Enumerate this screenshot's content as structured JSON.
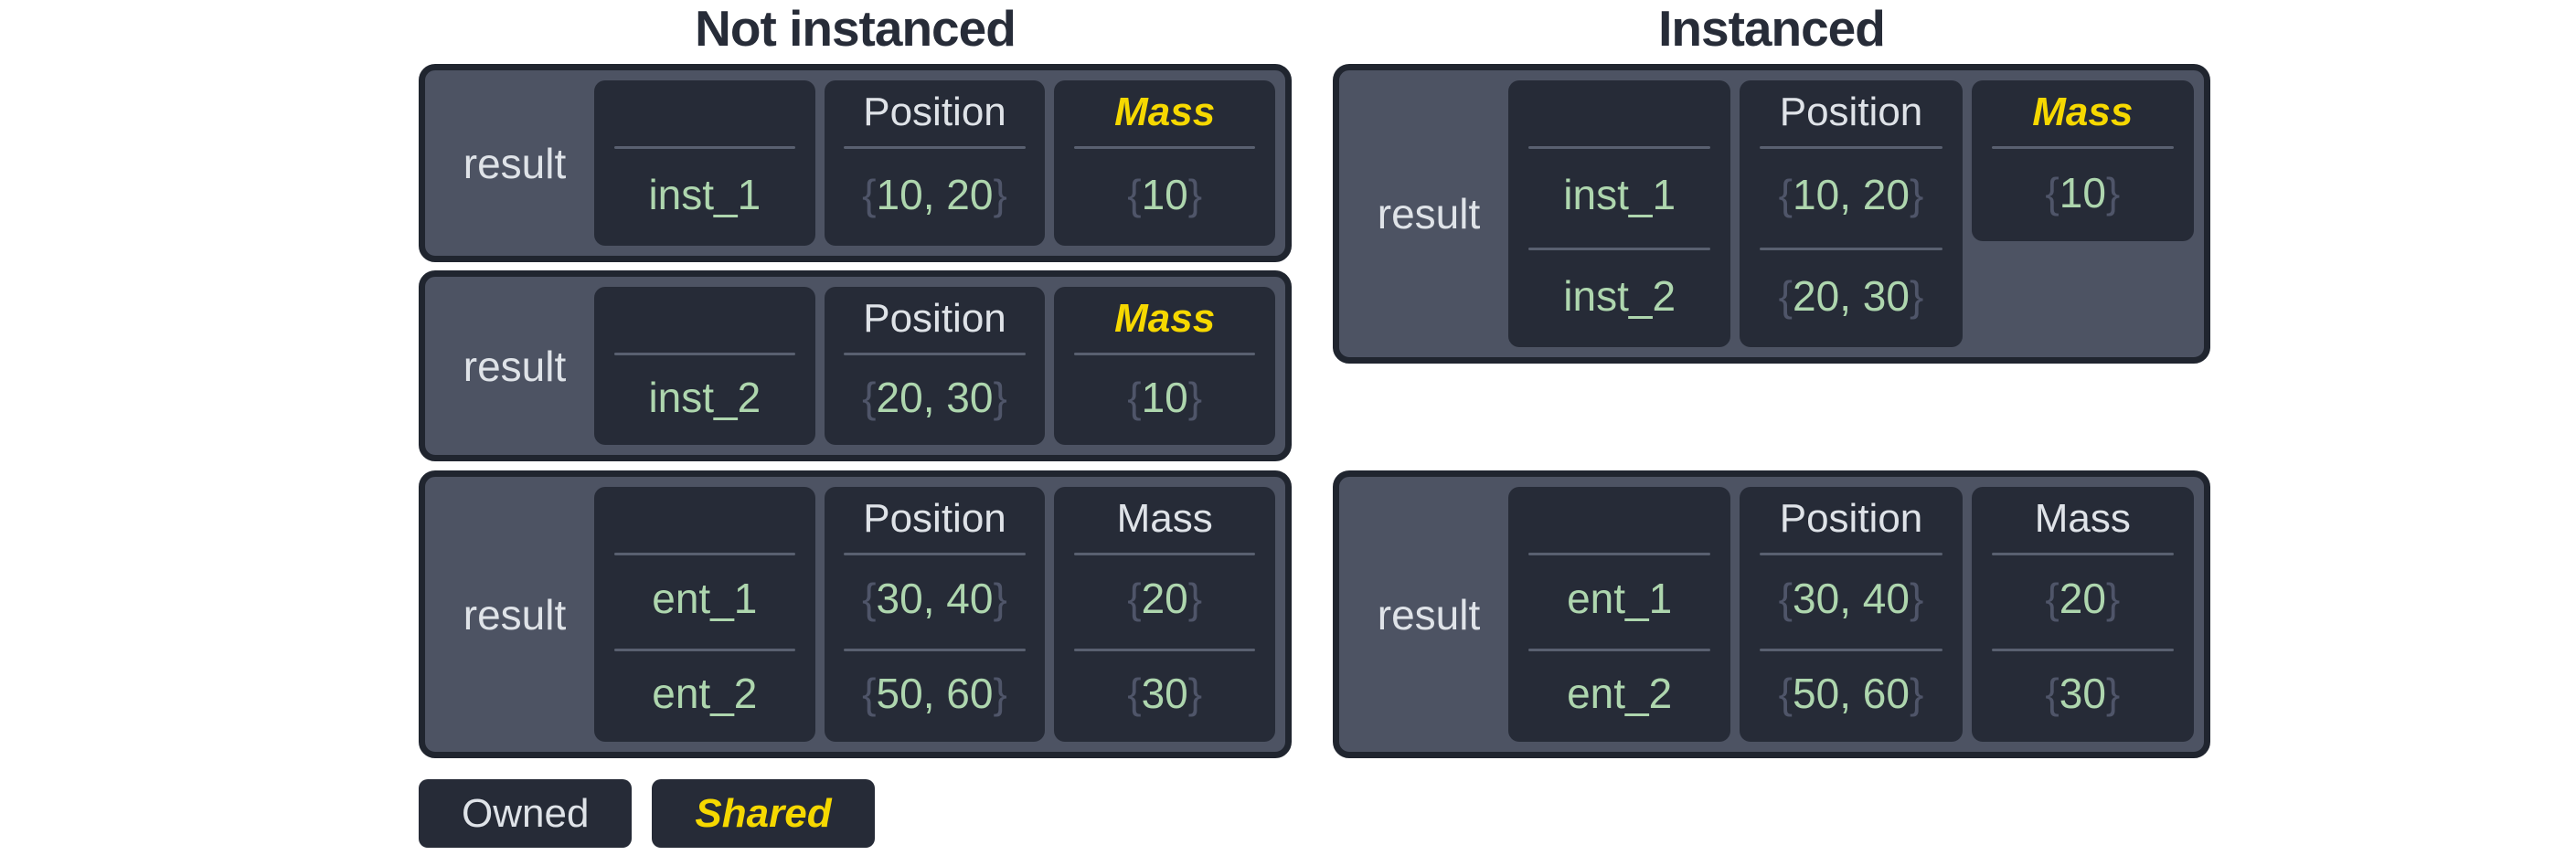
{
  "left": {
    "title": "Not instanced",
    "boxes": [
      {
        "label": "result",
        "columns": [
          {
            "header": "",
            "shared": false,
            "values": [
              "inst_1"
            ]
          },
          {
            "header": "Position",
            "shared": false,
            "values": [
              "{10, 20}"
            ]
          },
          {
            "header": "Mass",
            "shared": true,
            "values": [
              "{10}"
            ]
          }
        ]
      },
      {
        "label": "result",
        "columns": [
          {
            "header": "",
            "shared": false,
            "values": [
              "inst_2"
            ]
          },
          {
            "header": "Position",
            "shared": false,
            "values": [
              "{20, 30}"
            ]
          },
          {
            "header": "Mass",
            "shared": true,
            "values": [
              "{10}"
            ]
          }
        ]
      },
      {
        "label": "result",
        "columns": [
          {
            "header": "",
            "shared": false,
            "values": [
              "ent_1",
              "ent_2"
            ]
          },
          {
            "header": "Position",
            "shared": false,
            "values": [
              "{30, 40}",
              "{50, 60}"
            ]
          },
          {
            "header": "Mass",
            "shared": false,
            "values": [
              "{20}",
              "{30}"
            ]
          }
        ]
      }
    ]
  },
  "right": {
    "title": "Instanced",
    "boxes": [
      {
        "label": "result",
        "columns": [
          {
            "header": "",
            "shared": false,
            "values": [
              "inst_1",
              "inst_2"
            ]
          },
          {
            "header": "Position",
            "shared": false,
            "values": [
              "{10, 20}",
              "{20, 30}"
            ]
          },
          {
            "header": "Mass",
            "shared": true,
            "short": true,
            "values": [
              "{10}"
            ]
          }
        ]
      },
      {
        "label": "result",
        "columns": [
          {
            "header": "",
            "shared": false,
            "values": [
              "ent_1",
              "ent_2"
            ]
          },
          {
            "header": "Position",
            "shared": false,
            "values": [
              "{30, 40}",
              "{50, 60}"
            ]
          },
          {
            "header": "Mass",
            "shared": false,
            "values": [
              "{20}",
              "{30}"
            ]
          }
        ]
      }
    ]
  },
  "legend": {
    "owned_label": "Owned",
    "shared_label": "Shared"
  },
  "colors": {
    "background": "#ffffff",
    "title_text": "#272c38",
    "box_fill": "#4d5363",
    "box_border": "#20252f",
    "cell_fill": "#262b37",
    "divider": "#596070",
    "owned_text": "#dfe3e8",
    "shared_text": "#f6d800",
    "value_text": "#aed6ae",
    "brace_text": "#4f5569"
  }
}
